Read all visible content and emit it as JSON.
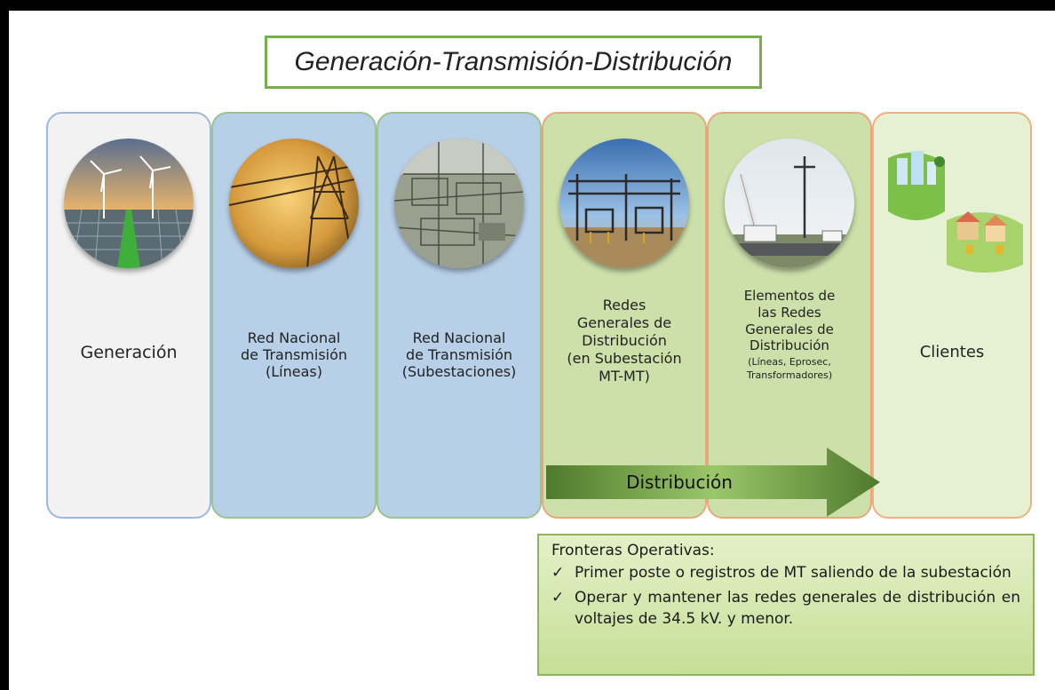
{
  "title": "Generación-Transmisión-Distribución",
  "stages": [
    {
      "label_lines": [
        "Generación"
      ],
      "small": [],
      "image": "wind-solar-generation-photo",
      "fill": "#f2f2f2",
      "border": "#9db8dc"
    },
    {
      "label_lines": [
        "Red Nacional",
        "de Transmisión",
        "(Líneas)"
      ],
      "small": [],
      "image": "transmission-tower-photo",
      "fill": "#b8cfe8",
      "border": "#9cc38e"
    },
    {
      "label_lines": [
        "Red Nacional",
        "de Transmisión",
        "(Subestaciones)"
      ],
      "small": [],
      "image": "transmission-substation-photo",
      "fill": "#b8cfe8",
      "border": "#9cc38e"
    },
    {
      "label_lines": [
        "Redes",
        "Generales de",
        "Distribución",
        "(en Subestación",
        "MT-MT)"
      ],
      "small": [],
      "image": "distribution-substation-photo",
      "fill": "#cde0aa",
      "border": "#e8a87c"
    },
    {
      "label_lines": [
        "Elementos de",
        "las Redes",
        "Generales de",
        "Distribución"
      ],
      "small": [
        "(Líneas, Eprosec,",
        "Transformadores)"
      ],
      "image": "utility-truck-pole-photo",
      "fill": "#cde0aa",
      "border": "#e8a87c"
    },
    {
      "label_lines": [
        "Clientes"
      ],
      "small": [],
      "image": "client-city-illustration",
      "fill": "#e6f1d4",
      "border": "#f0b07f"
    }
  ],
  "arrow_label": "Distribución",
  "colors": {
    "arrow_dark": "#4f7a2c",
    "arrow_light": "#9cc66a"
  },
  "note": {
    "heading": "Fronteras Operativas:",
    "items": [
      "Primer poste o registros de MT saliendo de la subestación",
      "Operar y mantener las redes generales de distribución en voltajes de 34.5 kV. y menor."
    ],
    "check": "✓"
  }
}
